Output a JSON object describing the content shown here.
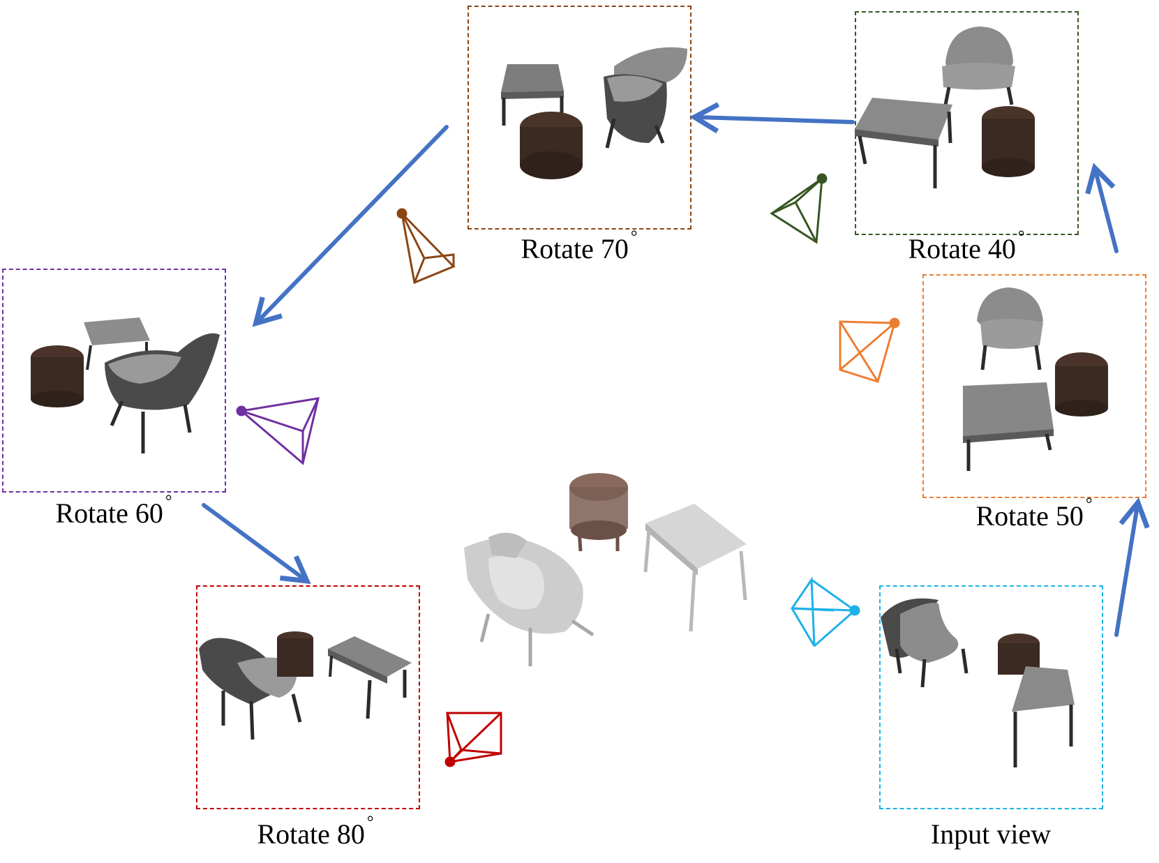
{
  "views": [
    {
      "id": "rotate-70",
      "caption": "Rotate 70",
      "degree_mark": "°",
      "color": "#8B4513"
    },
    {
      "id": "rotate-40",
      "caption": "Rotate 40",
      "degree_mark": "°",
      "color": "#375623"
    },
    {
      "id": "rotate-60",
      "caption": "Rotate 60",
      "degree_mark": "°",
      "color": "#7030A0"
    },
    {
      "id": "rotate-50",
      "caption": "Rotate 50",
      "degree_mark": "°",
      "color": "#ED7D31"
    },
    {
      "id": "rotate-80",
      "caption": "Rotate 80",
      "degree_mark": "°",
      "color": "#C00000"
    },
    {
      "id": "input-view",
      "caption": "Input view",
      "degree_mark": "",
      "color": "#1FB1E8"
    }
  ],
  "arrow_color": "#4472C4",
  "furniture_colors": {
    "chair_fabric": "#8c8c8c",
    "chair_shell": "#4a4a4a",
    "table_top": "#7d7d7d",
    "side_table": "#3a2a22",
    "legs": "#2b2b2b"
  },
  "point_cloud_color": "#b9b9b9",
  "point_cloud_brown": "#8a6a5c"
}
